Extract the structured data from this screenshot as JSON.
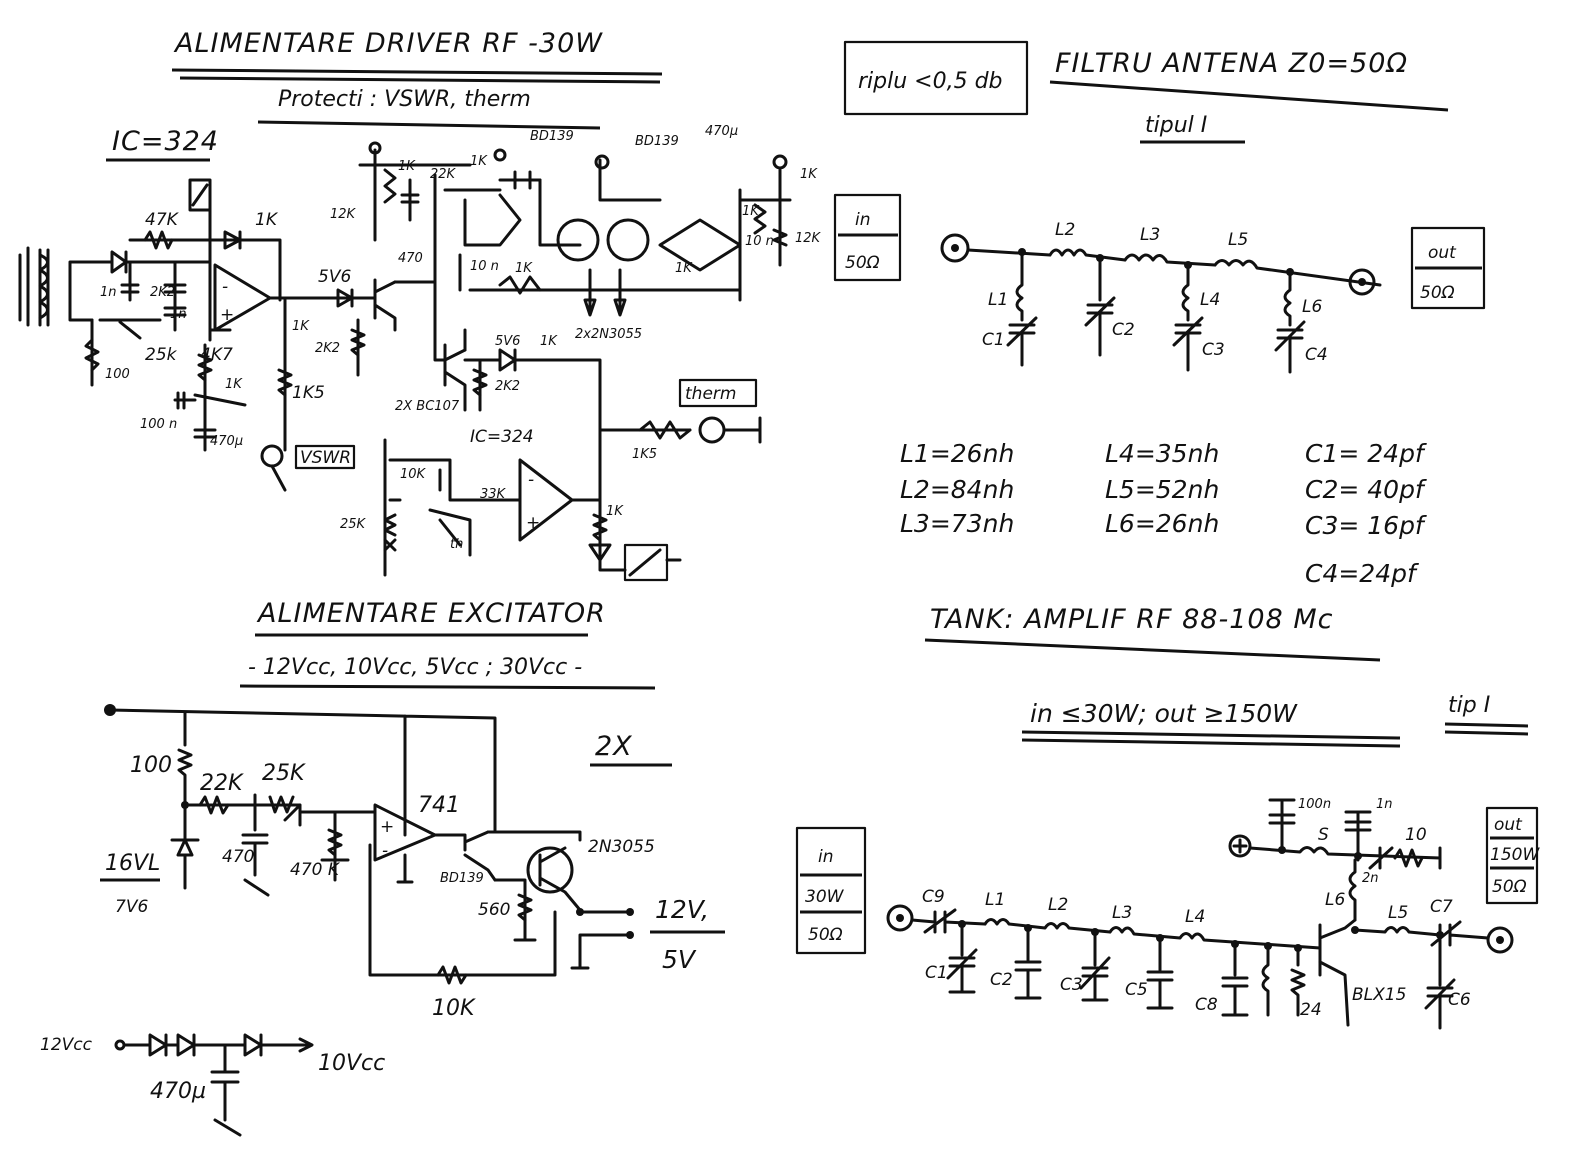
{
  "driver_section": {
    "title": "ALIMENTARE DRIVER RF -30W",
    "protections": "Protecti : VSWR, therm",
    "ic_note": "IC=324",
    "ic_note_2": "IC=324",
    "labels": {
      "r47k": "47K",
      "r1k_top": "1K",
      "c1n_a": "1n",
      "r2k2_a": "2K2",
      "c1n_b": "1n",
      "r25k": "25k",
      "r4k7": "4K7",
      "r1k_b": "1K",
      "r100": "100",
      "c100n": "100 n",
      "c470u": "470µ",
      "z5v6": "5V6",
      "r1k_c": "1K",
      "r2k2_b": "2K2",
      "r1k5_a": "1K5",
      "vswr_box": "VSWR",
      "r12k_a": "12K",
      "r1k_d": "1K",
      "r22k": "22K",
      "r1k_e": "1K",
      "c470_b": "470",
      "c10n_a": "10 n",
      "r1k_f": "1K",
      "bd139_a": "BD139",
      "bd139_b": "BD139",
      "c470u_b": "470µ",
      "r1k_g": "1K",
      "r1k_h": "1K",
      "c10n_b": "10 n",
      "r12k_b": "12K",
      "r1k_i": "1K",
      "t2n3055": "2x2N3055",
      "z5v6_b": "5V6",
      "r1k_j": "1K",
      "r2k2_c": "2K2",
      "bc107": "2X BC107",
      "r1k5_b": "1K5",
      "therm_box": "therm",
      "r10k": "10K",
      "r33k": "33K",
      "r25k_b": "25K",
      "th": "th",
      "r1k_k": "1K",
      "in_box_top": "in",
      "in_box_bot": "50Ω"
    }
  },
  "filter_section": {
    "title": "FILTRU ANTENA Z0=50Ω",
    "type": "tipul I",
    "ripple_box": "riplu <0,5 db",
    "labels": {
      "L1": "L1",
      "L2": "L2",
      "L3": "L3",
      "L4": "L4",
      "L5": "L5",
      "L6": "L6",
      "C1": "C1",
      "C2": "C2",
      "C3": "C3",
      "C4": "C4"
    },
    "out_box_top": "out",
    "out_box_bot": "50Ω",
    "values": [
      "L1=26nh",
      "L2=84nh",
      "L3=73nh",
      "L4=35nh",
      "L5=52nh",
      "L6=26nh",
      "C1= 24pf",
      "C2= 40pf",
      "C3= 16pf",
      "C4=24pf"
    ]
  },
  "exciter_section": {
    "title": "ALIMENTARE EXCITATOR",
    "subtitle": "- 12Vcc, 10Vcc, 5Vcc ; 30Vcc -",
    "multiplier": "2X",
    "labels": {
      "r100": "100",
      "r22k": "22K",
      "r25k": "25K",
      "zener": "16VL",
      "zener_b": "7V6",
      "c470": "470",
      "r470k": "470 K",
      "opamp": "741",
      "bd139": "BD139",
      "t2n3055": "2N3055",
      "r560": "560",
      "out_top": "12V,",
      "out_bot": "5V",
      "r10k": "10K"
    },
    "regulator": {
      "in": "12Vcc",
      "out": "10Vcc",
      "cap": "470µ"
    }
  },
  "tank_section": {
    "title": "TANK: AMPLIF RF 88-108 Mc",
    "power": "in ≤30W; out ≥150W",
    "type": "tip I",
    "in_box": [
      "in",
      "30W",
      "50Ω"
    ],
    "out_box": [
      "out",
      "150W",
      "50Ω"
    ],
    "labels": {
      "C9": "C9",
      "C1": "C1",
      "C2": "C2",
      "C3": "C3",
      "C5": "C5",
      "C6": "C6",
      "C7": "C7",
      "C8": "C8",
      "L1": "L1",
      "L2": "L2",
      "L3": "L3",
      "L4": "L4",
      "L5": "L5",
      "L6": "L6",
      "c100n": "100n",
      "c1n": "1n",
      "S": "S",
      "r10": "10",
      "c2n": "2n",
      "r24": "24",
      "transistor": "BLX15"
    }
  }
}
